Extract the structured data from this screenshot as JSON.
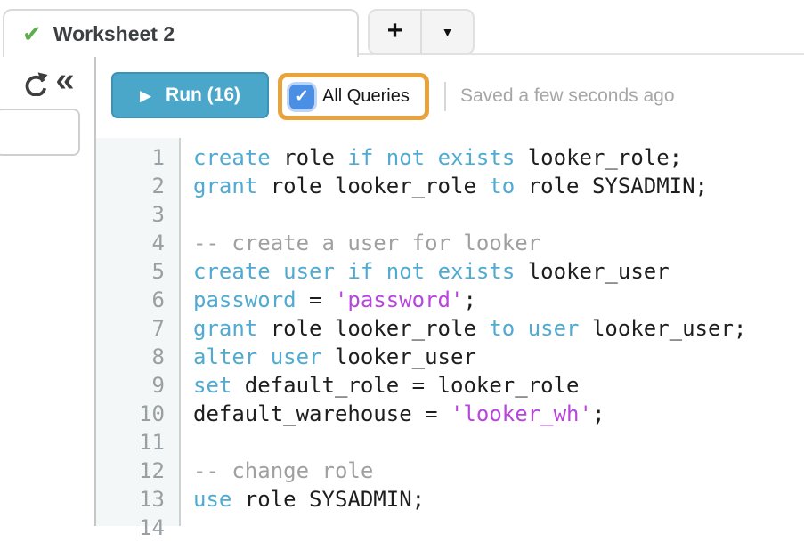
{
  "tab_bar": {
    "active_tab": {
      "label": "Worksheet 2",
      "status_icon": "green-checkmark",
      "check_glyph": "✔"
    },
    "new_worksheet_button": "+",
    "worksheet_menu_button": "▼"
  },
  "sidebar": {
    "refresh_icon": "clockwise-circular-arrow",
    "collapse_icon_glyph": "«"
  },
  "toolbar": {
    "run_button": {
      "label": "Run (16)",
      "play_glyph": "▶"
    },
    "all_queries_checkbox": {
      "label": "All Queries",
      "checked": true,
      "check_glyph": "✓",
      "highlight_color": "#E8A33D"
    },
    "saved_status": "Saved a few seconds ago"
  },
  "editor": {
    "lines": [
      {
        "number": "1",
        "segments": [
          {
            "t": "create",
            "c": "kw"
          },
          {
            "t": " role ",
            "c": "pl"
          },
          {
            "t": "if",
            "c": "kw"
          },
          {
            "t": " ",
            "c": "pl"
          },
          {
            "t": "not",
            "c": "kw"
          },
          {
            "t": " ",
            "c": "pl"
          },
          {
            "t": "exists",
            "c": "kw"
          },
          {
            "t": " looker_role;",
            "c": "pl"
          }
        ]
      },
      {
        "number": "2",
        "segments": [
          {
            "t": "grant",
            "c": "kw"
          },
          {
            "t": " role looker_role ",
            "c": "pl"
          },
          {
            "t": "to",
            "c": "kw"
          },
          {
            "t": " role SYSADMIN;",
            "c": "pl"
          }
        ]
      },
      {
        "number": "3",
        "segments": []
      },
      {
        "number": "4",
        "segments": [
          {
            "t": "-- create a user for looker",
            "c": "cm"
          }
        ]
      },
      {
        "number": "5",
        "segments": [
          {
            "t": "create",
            "c": "kw"
          },
          {
            "t": " ",
            "c": "pl"
          },
          {
            "t": "user",
            "c": "kw"
          },
          {
            "t": " ",
            "c": "pl"
          },
          {
            "t": "if",
            "c": "kw"
          },
          {
            "t": " ",
            "c": "pl"
          },
          {
            "t": "not",
            "c": "kw"
          },
          {
            "t": " ",
            "c": "pl"
          },
          {
            "t": "exists",
            "c": "kw"
          },
          {
            "t": " looker_user",
            "c": "pl"
          }
        ]
      },
      {
        "number": "6",
        "segments": [
          {
            "t": "password",
            "c": "kw"
          },
          {
            "t": " = ",
            "c": "pl"
          },
          {
            "t": "'password'",
            "c": "st"
          },
          {
            "t": ";",
            "c": "pl"
          }
        ]
      },
      {
        "number": "7",
        "segments": [
          {
            "t": "grant",
            "c": "kw"
          },
          {
            "t": " role looker_role ",
            "c": "pl"
          },
          {
            "t": "to",
            "c": "kw"
          },
          {
            "t": " ",
            "c": "pl"
          },
          {
            "t": "user",
            "c": "kw"
          },
          {
            "t": " looker_user;",
            "c": "pl"
          }
        ]
      },
      {
        "number": "8",
        "segments": [
          {
            "t": "alter",
            "c": "kw"
          },
          {
            "t": " ",
            "c": "pl"
          },
          {
            "t": "user",
            "c": "kw"
          },
          {
            "t": " looker_user",
            "c": "pl"
          }
        ]
      },
      {
        "number": "9",
        "segments": [
          {
            "t": "set",
            "c": "kw"
          },
          {
            "t": " default_role = looker_role",
            "c": "pl"
          }
        ]
      },
      {
        "number": "10",
        "segments": [
          {
            "t": "default_warehouse = ",
            "c": "pl"
          },
          {
            "t": "'looker_wh'",
            "c": "st"
          },
          {
            "t": ";",
            "c": "pl"
          }
        ]
      },
      {
        "number": "11",
        "segments": []
      },
      {
        "number": "12",
        "segments": [
          {
            "t": "-- change role",
            "c": "cm"
          }
        ]
      },
      {
        "number": "13",
        "segments": [
          {
            "t": "use",
            "c": "kw"
          },
          {
            "t": " role SYSADMIN;",
            "c": "pl"
          }
        ]
      },
      {
        "number": "14",
        "segments": []
      }
    ]
  },
  "colors": {
    "keyword": "#50AAD2",
    "string": "#B845DD",
    "comment": "#A0A0A0",
    "code_text": "#1E1E1E",
    "line_number": "#98A0A4",
    "gutter_bg": "#F3F7F8",
    "run_button_bg": "#4BA7CA",
    "run_button_border": "#3D93B5",
    "checkbox_blue": "#4A8FE4",
    "highlight_orange": "#E8A33D",
    "tab_check_green": "#5FAE4E",
    "saved_text": "#A6A6A6"
  }
}
